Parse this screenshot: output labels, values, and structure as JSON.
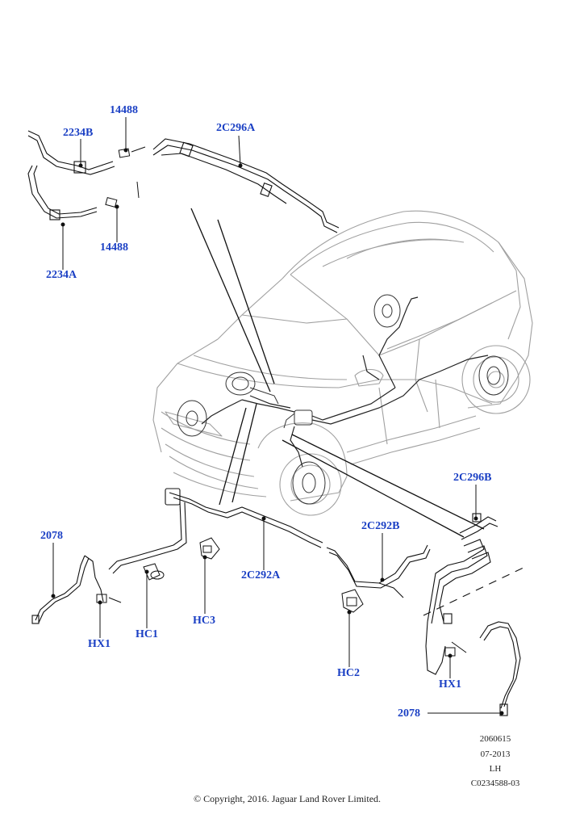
{
  "labels": {
    "p_14488_top": "14488",
    "p_2234b": "2234B",
    "p_2c296a": "2C296A",
    "p_14488_bottom": "14488",
    "p_2234a": "2234A",
    "p_2c296b": "2C296B",
    "p_2078_left": "2078",
    "p_2c292b": "2C292B",
    "p_2c292a": "2C292A",
    "p_hc1": "HC1",
    "p_hc3": "HC3",
    "p_hx1_left": "HX1",
    "p_hc2": "HC2",
    "p_hx1_right": "HX1",
    "p_2078_right": "2078"
  },
  "meta": {
    "ref_number": "2060615",
    "date": "07-2013",
    "side": "LH",
    "diagram_code": "C0234588-03"
  },
  "copyright": "© Copyright, 2016. Jaguar Land Rover Limited.",
  "colors": {
    "label": "#1a3fc4",
    "line": "#111111",
    "car_outline": "#9a9a9a"
  }
}
